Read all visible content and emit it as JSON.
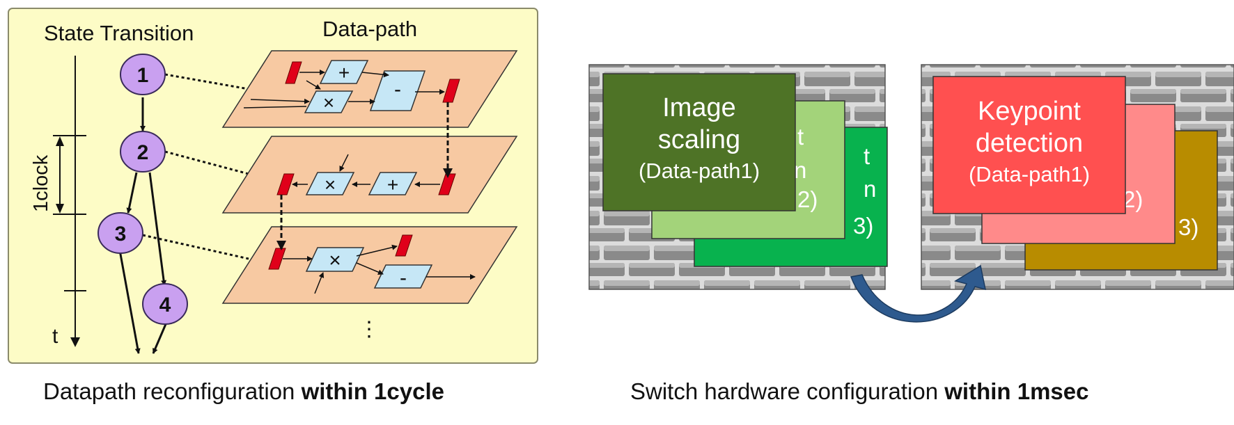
{
  "left_panel": {
    "state_transition_title": "State Transition",
    "datapath_title": "Data-path",
    "clock_label": "1clock",
    "time_label": "t",
    "states": [
      "1",
      "2",
      "3",
      "4"
    ],
    "ellipsis": "⋮",
    "plane_ops": {
      "plane1": [
        "+",
        "×",
        "-"
      ],
      "plane2": [
        "×",
        "+"
      ],
      "plane3": [
        "×",
        "-"
      ]
    },
    "caption_regular": "Datapath reconfiguration ",
    "caption_bold": "within 1cycle"
  },
  "right_panel": {
    "image_stack": {
      "front_line1": "Image",
      "front_line2": "scaling",
      "front_line3": "(Data-path1)",
      "middle_fragments": [
        "t",
        "n",
        "2)"
      ],
      "back_fragments": [
        "t",
        "n",
        "3)"
      ]
    },
    "keypoint_stack": {
      "front_line1": "Keypoint",
      "front_line2": "detection",
      "front_line3": "(Data-path1)",
      "middle_fragments": [
        "2)"
      ],
      "back_fragments": [
        "3)"
      ]
    },
    "caption_regular": "Switch hardware configuration ",
    "caption_bold": "within 1msec"
  },
  "colors": {
    "panel_bg": "#fdfcc6",
    "plane_fill": "#f7c9a2",
    "op_fill": "#c6e7f6",
    "register_fill": "#e0001a",
    "state_fill": "#c9a0f0",
    "dark_green": "#4e7326",
    "light_green": "#a3d37a",
    "green": "#08b24e",
    "red": "#ff5050",
    "pink": "#ff8a8a",
    "gold": "#b88c00",
    "arrow_blue": "#2e5a8e"
  }
}
